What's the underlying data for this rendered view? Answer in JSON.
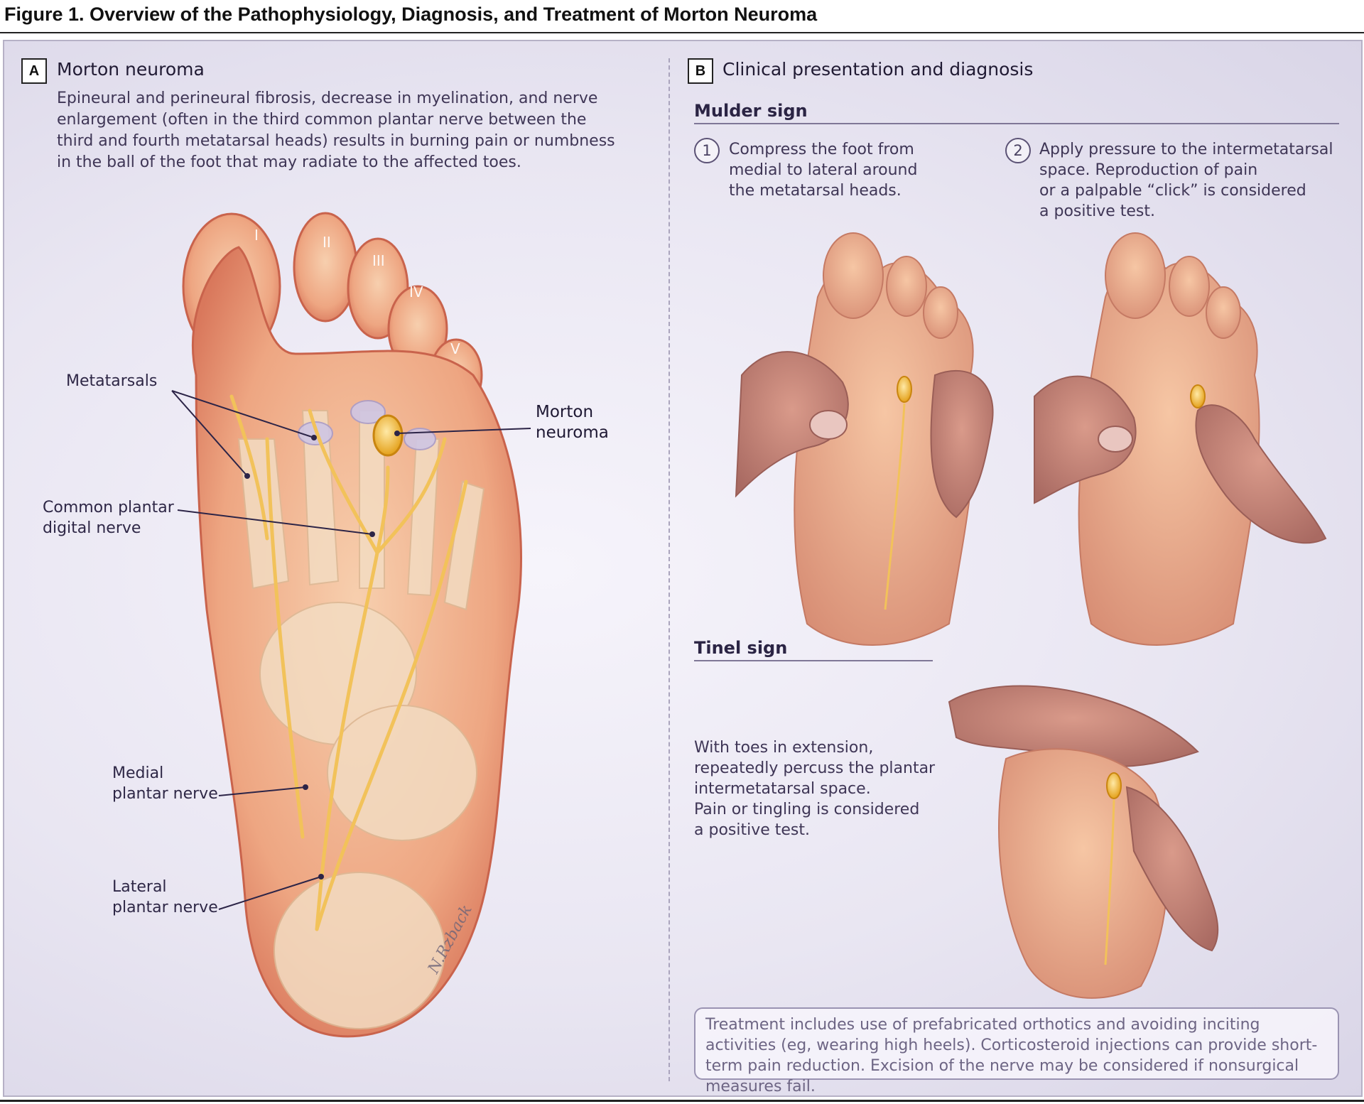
{
  "figure": {
    "title": "Figure 1. Overview of the Pathophysiology, Diagnosis, and Treatment of Morton Neuroma"
  },
  "panel_a": {
    "badge": "A",
    "title": "Morton neuroma",
    "description": "Epineural and perineural fibrosis, decrease in myelination, and nerve\nenlargement (often in the third common plantar nerve between the\nthird and fourth metatarsal heads) results in burning pain or numbness\nin the ball of the foot that may radiate to the affected toes.",
    "toe_labels": [
      "I",
      "II",
      "III",
      "IV",
      "V"
    ],
    "labels": {
      "metatarsals": "Metatarsals",
      "morton_neuroma": "Morton\nneuroma",
      "common_plantar_digital_nerve": "Common plantar\ndigital nerve",
      "medial_plantar_nerve": "Medial\nplantar nerve",
      "lateral_plantar_nerve": "Lateral\nplantar nerve"
    },
    "signature": "N.Rzback"
  },
  "panel_b": {
    "badge": "B",
    "title": "Clinical presentation and diagnosis",
    "mulder_sign": {
      "heading": "Mulder sign",
      "steps": [
        {
          "number": "1",
          "text": "Compress the foot from\nmedial to lateral around\nthe metatarsal heads."
        },
        {
          "number": "2",
          "text": "Apply pressure to the intermetatarsal\nspace. Reproduction of pain\nor a palpable “click” is considered\na positive test."
        }
      ]
    },
    "tinel_sign": {
      "heading": "Tinel sign",
      "text": "With toes in extension,\nrepeatedly percuss the plantar\nintermetatarsal space.\nPain or tingling is considered\na positive test."
    },
    "treatment": "Treatment includes use of prefabricated orthotics and avoiding inciting activities (eg, wearing high heels). Corticosteroid injections can provide short-term pain reduction. Excision of the nerve may be considered if nonsurgical measures fail."
  },
  "colors": {
    "background": "#e9e6f2",
    "skin": "#f0b48e",
    "skin_edge": "#c9634c",
    "bone": "#f3dcc2",
    "nerve": "#f2c25a",
    "neuroma": "#f3b431",
    "text": "#3f3656"
  }
}
